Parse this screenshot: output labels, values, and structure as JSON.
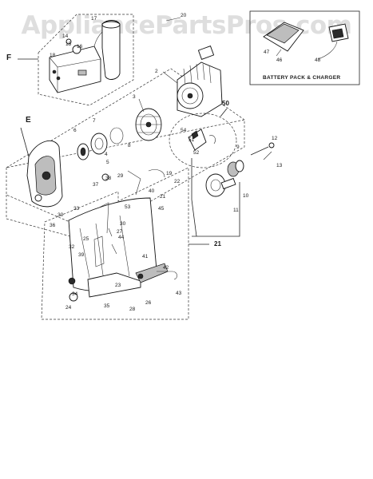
{
  "watermark": "AppliancePartsPros.com",
  "battery_section_title": "BATTERY PACK & CHARGER",
  "section_letters": {
    "f": "F",
    "e": "E"
  },
  "big_callouts": {
    "c50": "50",
    "c21": "21"
  },
  "callouts": {
    "c2": "2",
    "c3": "3",
    "c4": "4",
    "c5": "5",
    "c6": "6",
    "c7": "7",
    "c8": "8",
    "c9": "9",
    "c10": "10",
    "c11": "11",
    "c12": "12",
    "c13": "13",
    "c14": "14",
    "c15": "15",
    "c16": "16",
    "c17": "17",
    "c18": "18",
    "c19": "19",
    "c20": "20",
    "c21b": "21",
    "c22": "22",
    "c23": "23",
    "c24": "24",
    "c25": "25",
    "c26": "26",
    "c27": "27",
    "c28": "28",
    "c29": "29",
    "c30a": "30",
    "c30b": "30",
    "c32": "32",
    "c33": "33",
    "c34": "34",
    "c35": "35",
    "c36": "36",
    "c37": "37",
    "c38": "38",
    "c39": "39",
    "c40": "40",
    "c41": "41",
    "c42": "42",
    "c43": "43",
    "c44": "44",
    "c45": "45",
    "c46": "46",
    "c47": "47",
    "c48": "48",
    "c51": "51",
    "c52": "52",
    "c53": "53",
    "c54": "54"
  }
}
